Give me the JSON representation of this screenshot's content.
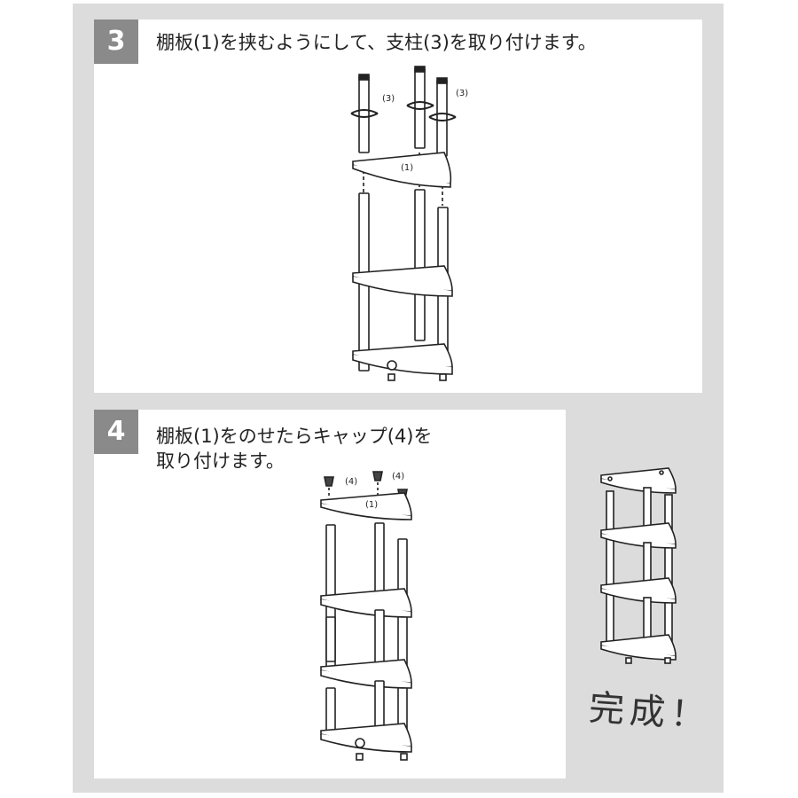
{
  "steps": [
    {
      "number": "3",
      "instruction": "棚板(1)を挟むようにして、支柱(3)を取り付けます。",
      "labels": {
        "pole": "(3)",
        "shelf": "(1)"
      }
    },
    {
      "number": "4",
      "instruction_line1": "棚板(1)をのせたらキャップ(4)を",
      "instruction_line2": "取り付けます。",
      "labels": {
        "cap": "(4)",
        "shelf": "(1)"
      }
    }
  ],
  "completion_text": "完成！",
  "colors": {
    "frame": "#dcdcdc",
    "badge": "#8a8a8a",
    "line": "#222222"
  }
}
